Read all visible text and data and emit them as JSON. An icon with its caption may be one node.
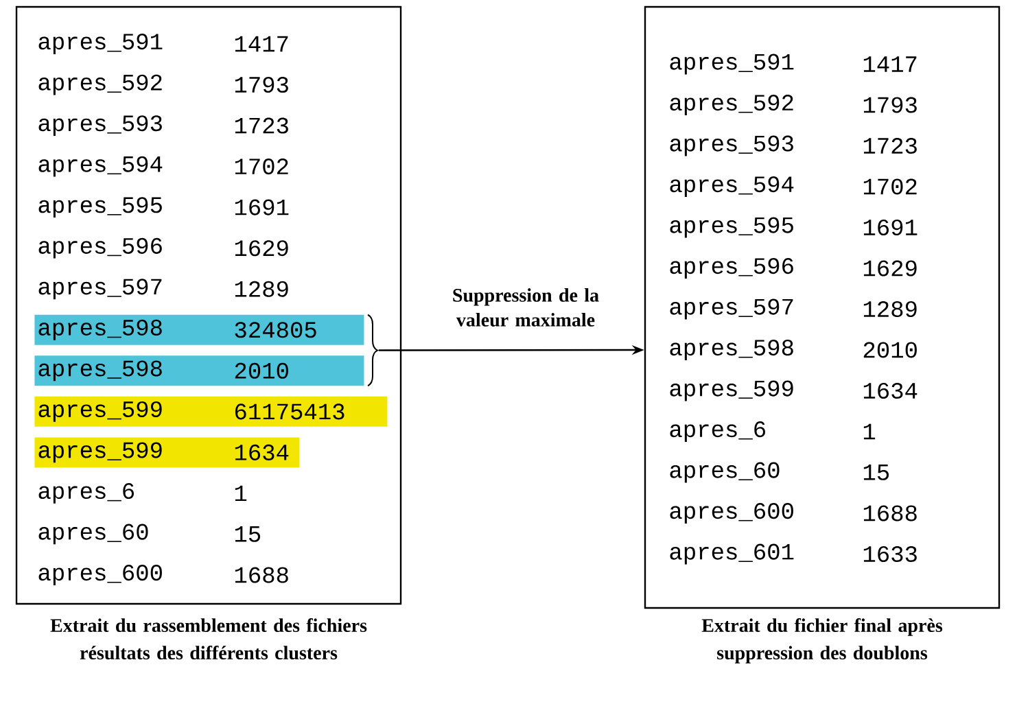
{
  "diagram": {
    "nodes": [
      {
        "text": [
          "Extrait du rassemblement des fichiers résultats des différents clusters"
        ]
      },
      {
        "text": [
          "apres_591",
          "1417"
        ],
        "in": 0
      },
      {
        "text": [
          "apres_592",
          "1793"
        ],
        "in": 0
      },
      {
        "text": [
          "apres_593",
          "1723"
        ],
        "in": 0
      },
      {
        "text": [
          "apres_594",
          "1702"
        ],
        "in": 0
      },
      {
        "text": [
          "apres_595",
          "1691"
        ],
        "in": 0
      },
      {
        "text": [
          "apres_596",
          "1629"
        ],
        "in": 0
      },
      {
        "text": [
          "apres_597",
          "1289"
        ],
        "in": 0
      },
      {
        "text": [
          "apres_598",
          "324805"
        ],
        "in": 0
      },
      {
        "text": [
          "apres_598",
          "2010"
        ],
        "in": 0
      },
      {
        "text": [
          "apres_599",
          "61175413"
        ],
        "in": 0
      },
      {
        "text": [
          "apres_599",
          "1634"
        ],
        "in": 0
      },
      {
        "text": [
          "apres_6",
          "1"
        ],
        "in": 0
      },
      {
        "text": [
          "apres_60",
          "15"
        ],
        "in": 0
      },
      {
        "text": [
          "apres_600",
          "1688"
        ],
        "in": 0
      },
      {
        "text": [
          "Extrait du fichier final après suppression des doublons"
        ]
      },
      {
        "text": [
          "apres_591",
          "1417"
        ],
        "in": 15
      },
      {
        "text": [
          "apres_592",
          "1793"
        ],
        "in": 15
      },
      {
        "text": [
          "apres_593",
          "1723"
        ],
        "in": 15
      },
      {
        "text": [
          "apres_594",
          "1702"
        ],
        "in": 15
      },
      {
        "text": [
          "apres_595",
          "1691"
        ],
        "in": 15
      },
      {
        "text": [
          "apres_596",
          "1629"
        ],
        "in": 15
      },
      {
        "text": [
          "apres_597",
          "1289"
        ],
        "in": 15
      },
      {
        "text": [
          "apres_598",
          "2010"
        ],
        "in": 15
      },
      {
        "text": [
          "apres_599",
          "1634"
        ],
        "in": 15
      },
      {
        "text": [
          "apres_6",
          "1"
        ],
        "in": 15
      },
      {
        "text": [
          "apres_60",
          "15"
        ],
        "in": 15
      },
      {
        "text": [
          "apres_600",
          "1688"
        ],
        "in": 15
      },
      {
        "text": [
          "apres_601",
          "1633"
        ],
        "in": 15
      }
    ],
    "edges": [
      {
        "from": 8,
        "to": 23,
        "arrow": "to",
        "label": "Suppression de la valeur maximale"
      },
      {
        "from": 9,
        "to": 23,
        "arrow": "to"
      }
    ]
  }
}
